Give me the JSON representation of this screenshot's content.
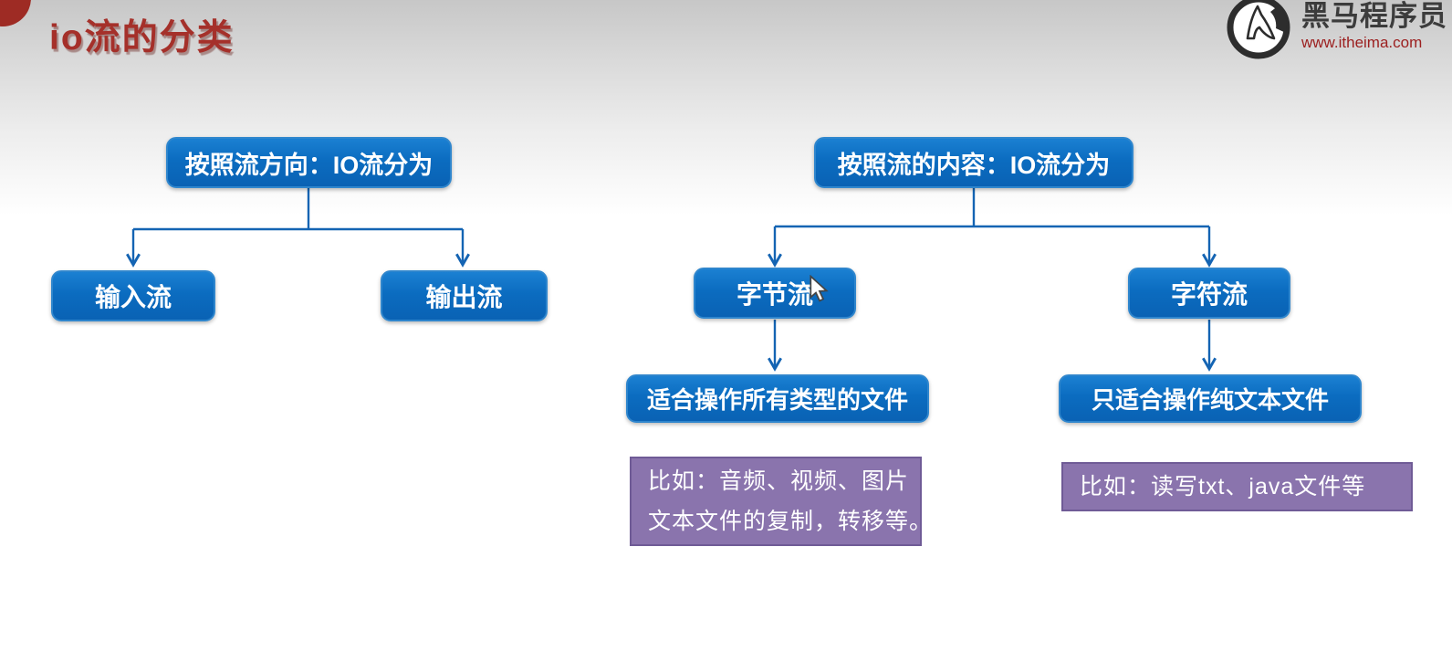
{
  "slide": {
    "title": "io流的分类",
    "brand": {
      "name": "黑马程序员",
      "url": "www.itheima.com"
    }
  },
  "diagram": {
    "tree_by_direction": {
      "root": "按照流方向：IO流分为",
      "child_input": "输入流",
      "child_output": "输出流"
    },
    "tree_by_content": {
      "root": "按照流的内容：IO流分为",
      "child_byte": "字节流",
      "child_char": "字符流",
      "byte_note": "适合操作所有类型的文件",
      "char_note": "只适合操作纯文本文件",
      "byte_example_line1": "比如：音频、视频、图片",
      "byte_example_line2": "文本文件的复制，转移等。",
      "char_example": "比如：读写txt、java文件等"
    }
  },
  "colors": {
    "node_blue": "#0b6cc0",
    "node_border_blue": "#2f86cd",
    "connector_blue": "#1464b3",
    "note_purple": "#8a74ad",
    "note_purple_border": "#6f5b96",
    "title_red": "#a5302a",
    "bullet_red": "#9e2b24",
    "brand_url_red": "#9c2020",
    "brand_name_gray": "#3c3c3c"
  }
}
